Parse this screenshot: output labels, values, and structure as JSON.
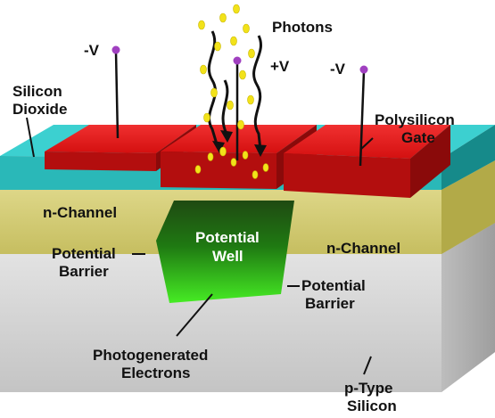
{
  "labels": {
    "photons": "Photons",
    "minus_v_left": "-V",
    "plus_v": "+V",
    "minus_v_right": "-V",
    "silicon_dioxide_line1": "Silicon",
    "silicon_dioxide_line2": "Dioxide",
    "polysilicon_gate_line1": "Polysilicon",
    "polysilicon_gate_line2": "Gate",
    "n_channel_left": "n-Channel",
    "n_channel_right": "n-Channel",
    "potential_well_line1": "Potential",
    "potential_well_line2": "Well",
    "potential_barrier_left_line1": "Potential",
    "potential_barrier_left_line2": "Barrier",
    "potential_barrier_right_line1": "Potential",
    "potential_barrier_right_line2": "Barrier",
    "photogenerated_line1": "Photogenerated",
    "photogenerated_line2": "Electrons",
    "p_type_line1": "p-Type",
    "p_type_line2": "Silicon"
  },
  "colors": {
    "gate_red": "#e01818",
    "gate_red_side": "#a80c0c",
    "oxide_cyan": "#2ec4c4",
    "oxide_cyan_dark": "#1a9a9a",
    "n_channel_yellow": "#d6cf7a",
    "substrate_gray": "#dedede",
    "well_green_top": "#1a4a10",
    "well_green_bottom": "#3ee020",
    "photon_yellow": "#f2e21a",
    "probe_purple": "#a040c0"
  }
}
